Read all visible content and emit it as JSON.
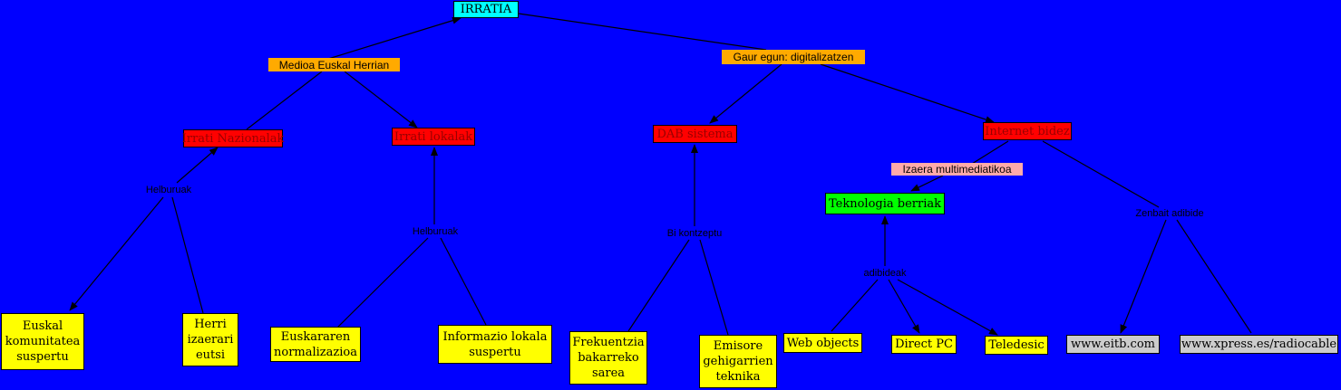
{
  "nodes": {
    "irratia": "IRRATIA",
    "medioa": "Medioa Euskal Herrian",
    "gaur_egun": "Gaur egun: digitalizatzen",
    "irrati_nazionalak": "Irrati Nazionalak",
    "irrati_lokalak": "Irrati lokalak",
    "dab_sistema": "DAB sistema",
    "internet_bidez": "Internet bidez",
    "izaera": "Izaera multimediatikoa",
    "teknologia": "Teknologia berriak",
    "euskal_kom": "Euskal komunitatea suspertu",
    "herri_izaerari": "Herri izaerari eutsi",
    "euskararen": "Euskararen normalizazioa",
    "informazio": "Informazio lokala suspertu",
    "frekuentzia": "Frekuentzia bakarreko sarea",
    "emisore": "Emisore gehigarrien teknika",
    "web_objects": "Web objects",
    "direct_pc": "Direct PC",
    "teledesic": "Teledesic",
    "eitb": "www.eitb.com",
    "xpress": "www.xpress.es/radiocable"
  },
  "links": {
    "helburuak_1": "Helburuak",
    "helburuak_2": "Helburuak",
    "bi_kontzeptu": "Bi kontzeptu",
    "adibideak": "adibideak",
    "zenbait": "Zenbait adibide"
  }
}
